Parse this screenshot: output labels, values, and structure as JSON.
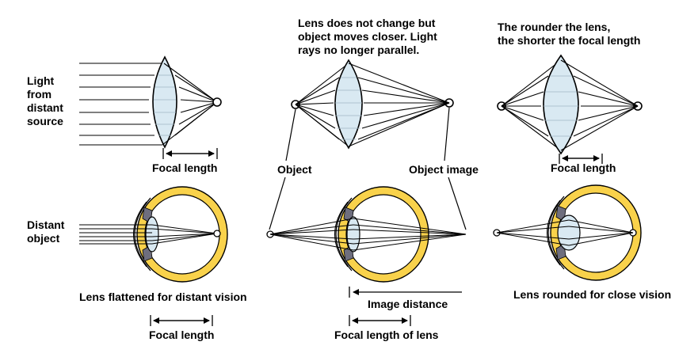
{
  "top_row": {
    "left_source_label": "Light\nfrom\ndistant\nsource",
    "left_focal_label": "Focal length",
    "middle_caption": "Lens does not change but\nobject moves closer. Light\nrays no longer parallel.",
    "object_label": "Object",
    "object_image_label": "Object image",
    "right_caption": "The rounder the lens,\nthe shorter the focal length",
    "right_focal_label": "Focal length"
  },
  "bottom_row": {
    "distant_object_label": "Distant\nobject",
    "left_eye_caption": "Lens flattened for distant vision",
    "left_focal_label": "Focal length",
    "image_distance_label": "Image distance",
    "focal_length_of_lens_label": "Focal length of lens",
    "right_eye_caption": "Lens rounded for close vision"
  },
  "colors": {
    "lens_fill": "#d9e9f2",
    "sclera_yellow": "#f9d24b",
    "iris_gray": "#6e6e7e",
    "line": "#000000"
  }
}
